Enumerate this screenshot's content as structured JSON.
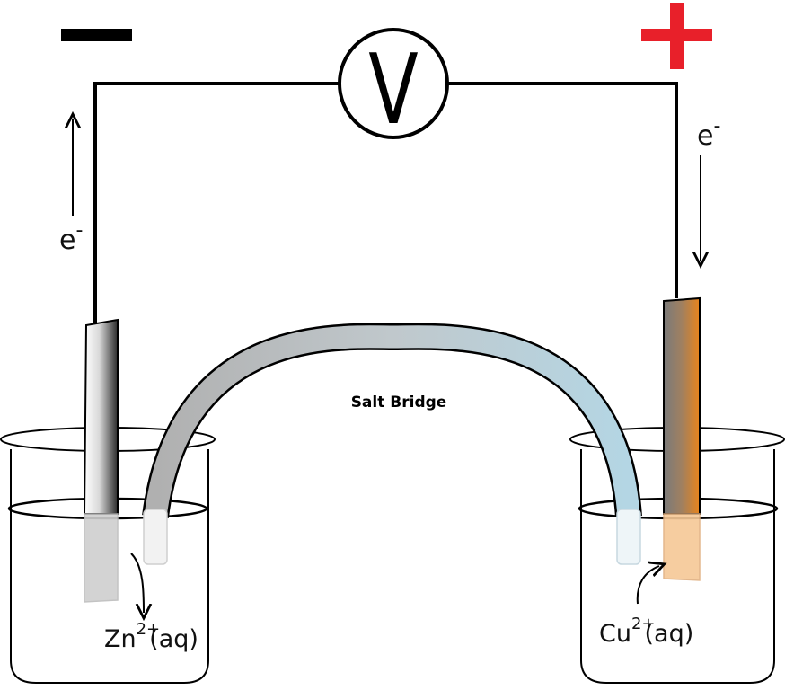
{
  "voltmeter": {
    "symbol": "V"
  },
  "anode": {
    "polarity_symbol": "−",
    "polarity_color": "#000000",
    "electron_label": "e",
    "electron_charge": "-",
    "electron_direction": "up",
    "ion_base": "Zn",
    "ion_charge": "2+",
    "ion_phase": "(aq)"
  },
  "cathode": {
    "polarity_symbol": "+",
    "polarity_color": "#e8202a",
    "electron_label": "e",
    "electron_charge": "-",
    "electron_direction": "down",
    "ion_base": "Cu",
    "ion_charge": "2+",
    "ion_phase": "(aq)"
  },
  "salt_bridge": {
    "label": "Salt Bridge"
  },
  "colors": {
    "wire": "#000000",
    "zinc_light": "#ffffff",
    "zinc_dark": "#2a2a2a",
    "copper_gray": "#7a7a7a",
    "copper_orange": "#e8841c",
    "bridge_gray": "#b8b8b8",
    "bridge_blue": "#b7d6e2"
  }
}
